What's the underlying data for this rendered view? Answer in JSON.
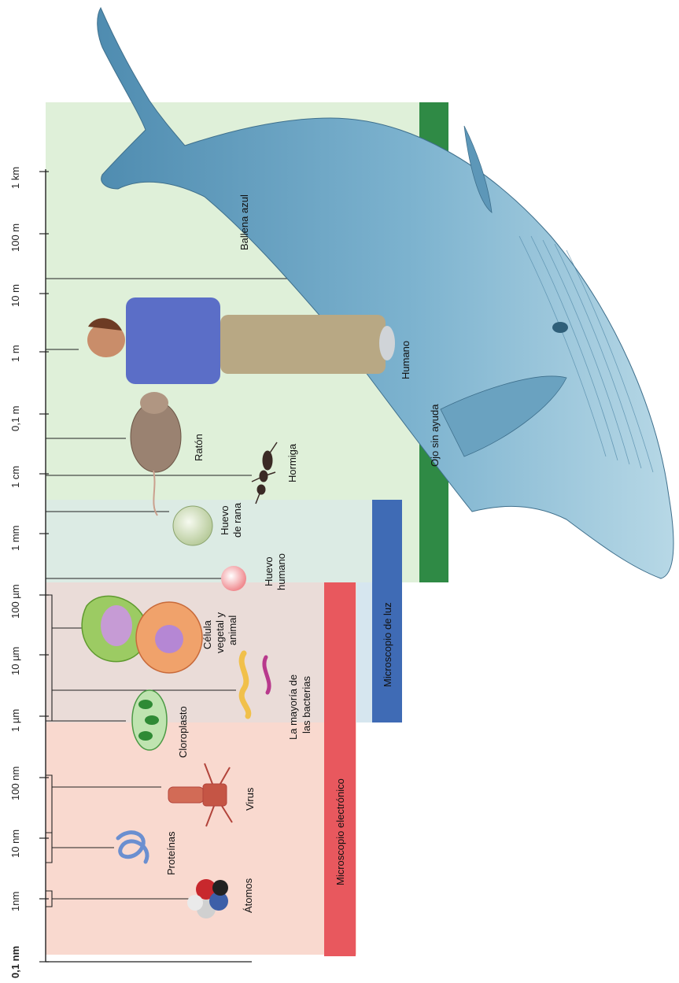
{
  "scale": {
    "ticks": [
      "0,1 nm",
      "1nm",
      "10 nm",
      "100 nm",
      "1 µm",
      "10 µm",
      "100 µm",
      "1 mm",
      "1 cm",
      "0,1 m",
      "1 m",
      "10 m",
      "100 m",
      "1 km"
    ]
  },
  "objects": {
    "atomos": "Átomos",
    "proteinas": "Proteínas",
    "virus": "Virus",
    "cloroplasto": "Cloroplasto",
    "bacterias_1": "La mayoría de",
    "bacterias_2": "las bacterias",
    "celula_1": "Célula",
    "celula_2": "vegetal y",
    "celula_3": "animal",
    "huevo_humano_1": "Huevo",
    "huevo_humano_2": "humano",
    "huevo_rana_1": "Huevo",
    "huevo_rana_2": "de rana",
    "hormiga": "Hormiga",
    "raton": "Ratón",
    "humano": "Humano",
    "ballena": "Ballena azul"
  },
  "instruments": {
    "electron": "Microscopio electrónico",
    "light": "Microscopio de luz",
    "eye": "Ojo sin ayuda"
  },
  "colors": {
    "electron_bar": "#e8585e",
    "light_bar": "#3f6bb5",
    "eye_bar": "#2f8a45",
    "atoms_zone": "#f9d9cf",
    "cells_zone": "#eadcd8",
    "light_zone": "#dcebe4",
    "eye_zone": "#dff0d9",
    "whale": "#6fa7c4"
  }
}
